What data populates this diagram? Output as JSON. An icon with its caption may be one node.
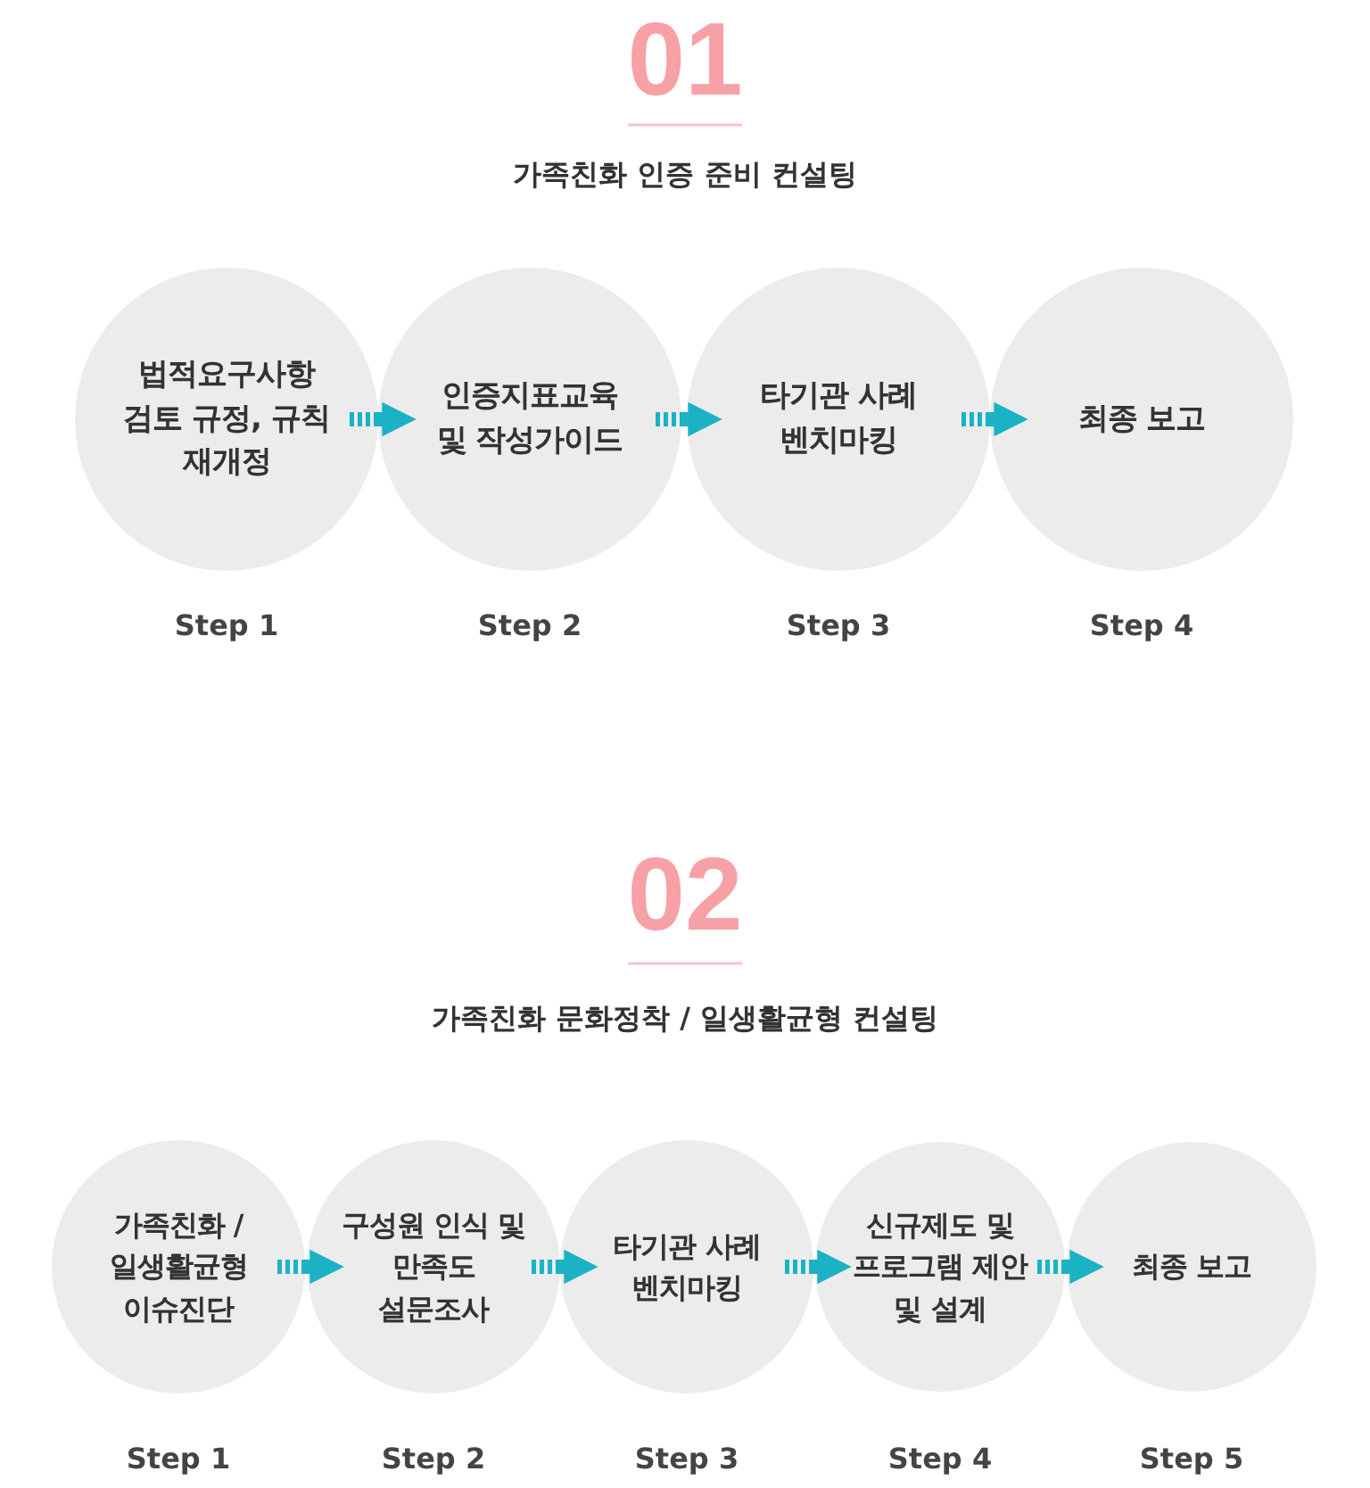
{
  "diagram": {
    "nodes": [
      {
        "text": [
          "법적요구사항 검토 규정, 규칙 재개정"
        ],
        "beside": [
          "Step 1"
        ]
      },
      {
        "text": [
          "인증지표교육 및 작성가이드"
        ],
        "beside": [
          "Step 2"
        ]
      },
      {
        "text": [
          "타기관 사례 벤치마킹"
        ],
        "beside": [
          "Step 3"
        ]
      },
      {
        "text": [
          "최종 보고"
        ],
        "beside": [
          "Step 4"
        ]
      },
      {
        "text": [
          "가족친화 / 일생활균형 이슈진단"
        ],
        "beside": [
          "Step 1"
        ]
      },
      {
        "text": [
          "구성원 인식 및 만족도 설문조사"
        ],
        "beside": [
          "Step 2"
        ]
      },
      {
        "text": [
          "타기관 사례 벤치마킹"
        ],
        "beside": [
          "Step 3"
        ]
      },
      {
        "text": [
          "신규제도 및 프로그램 제안 및 설계"
        ],
        "beside": [
          "Step 4"
        ]
      },
      {
        "text": [
          "최종 보고"
        ],
        "beside": [
          "Step 5"
        ]
      }
    ],
    "edges": [
      {
        "from": 0,
        "to": 1,
        "arrow": "to"
      },
      {
        "from": 1,
        "to": 2,
        "arrow": "to"
      },
      {
        "from": 2,
        "to": 3,
        "arrow": "to"
      },
      {
        "from": 4,
        "to": 5,
        "arrow": "to"
      },
      {
        "from": 5,
        "to": 6,
        "arrow": "to"
      },
      {
        "from": 6,
        "to": 7,
        "arrow": "to"
      },
      {
        "from": 7,
        "to": 8,
        "arrow": "to"
      }
    ],
    "labels": [
      "01",
      "가족친화 인증 준비 컨설팅",
      "02",
      "가족친화 문화정착 / 일생활균형 컨설팅"
    ]
  }
}
